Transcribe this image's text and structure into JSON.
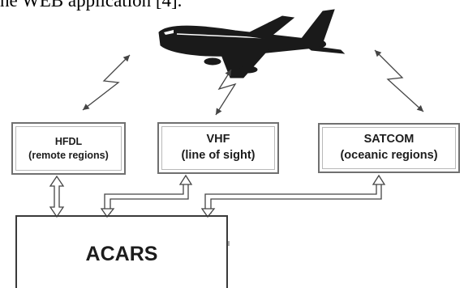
{
  "header_text": "he WEB application [4].",
  "links": [
    {
      "name": "HFDL",
      "desc": "(remote regions)"
    },
    {
      "name": "VHF",
      "desc": "(line of sight)"
    },
    {
      "name": "SATCOM",
      "desc": "(oceanic regions)"
    }
  ],
  "system": {
    "name": "ACARS"
  },
  "colors": {
    "line": "#444444",
    "box_border": "#707070",
    "text": "#1c1c1c"
  },
  "icons": [
    "airplane-icon",
    "lightning-icon",
    "double-arrow-icon"
  ]
}
